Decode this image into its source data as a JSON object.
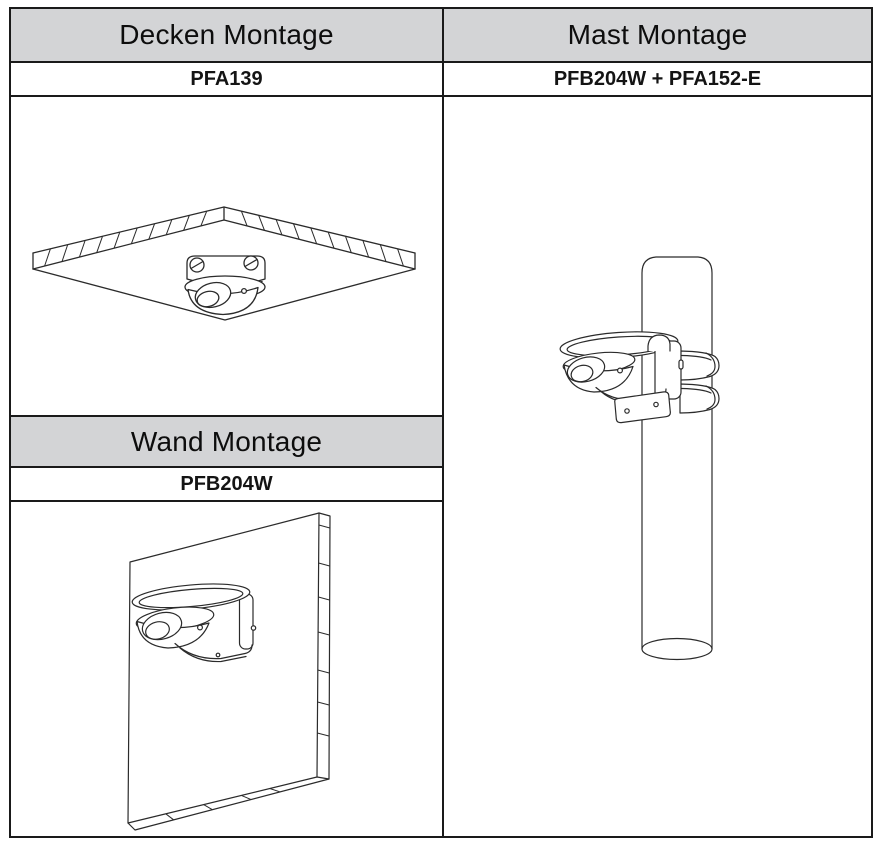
{
  "table": {
    "border_color": "#1a1a1a",
    "header_bg": "#d3d4d6",
    "sections": {
      "decken": {
        "header": "Decken Montage",
        "model": "PFA139"
      },
      "mast": {
        "header": "Mast Montage",
        "model": "PFB204W + PFA152-E"
      },
      "wand": {
        "header": "Wand Montage",
        "model": "PFB204W"
      }
    }
  },
  "figures": {
    "decken": "ceiling-mount-line-drawing",
    "mast": "pole-mount-line-drawing",
    "wand": "wall-mount-line-drawing"
  }
}
